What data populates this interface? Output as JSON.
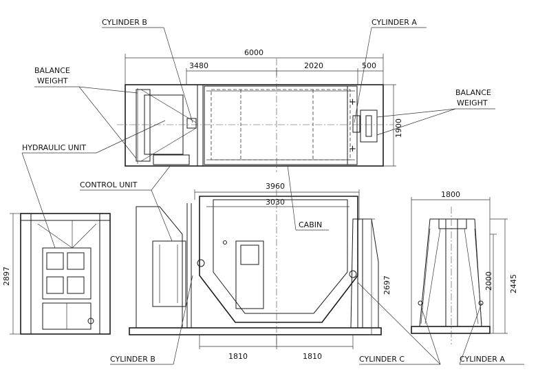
{
  "labels": {
    "cylinder_b_top": "CYLINDER B",
    "cylinder_a_top": "CYLINDER A",
    "balance_weight_left_1": "BALANCE",
    "balance_weight_left_2": "WEIGHT",
    "balance_weight_right_1": "BALANCE",
    "balance_weight_right_2": "WEIGHT",
    "hydraulic_unit": "HYDRAULIC  UNIT",
    "control_unit": "CONTROL UNIT",
    "cabin": "CABIN",
    "cylinder_b_bottom": "CYLINDER B",
    "cylinder_c_bottom": "CYLINDER C",
    "cylinder_a_bottom": "CYLINDER A"
  },
  "dimensions": {
    "overall_length": "6000",
    "left_section": "3480",
    "middle_section": "2020",
    "right_section": "500",
    "plan_width": "1900",
    "front_width": "3960",
    "cabin_width": "3030",
    "side_right_width": "1800",
    "left_height": "2897",
    "front_height": "2697",
    "side_inner_height": "2000",
    "side_outer_height": "2445",
    "bottom_left": "1810",
    "bottom_right": "1810"
  }
}
